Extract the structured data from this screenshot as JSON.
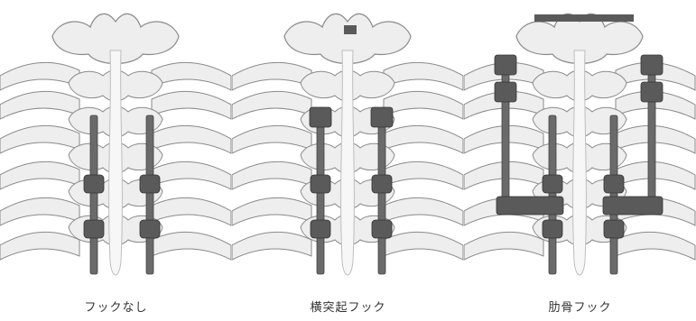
{
  "panels": [
    {
      "caption": "フックなし",
      "hook_type": "none"
    },
    {
      "caption": "横突起フック",
      "hook_type": "transverse-process"
    },
    {
      "caption": "肋骨フック",
      "hook_type": "rib"
    }
  ],
  "colors": {
    "bone": "#eeeeee",
    "bone_outline": "#8a8a8a",
    "bone_shade": "#bdbdbd",
    "rod": "#6a6a6a",
    "hardware": "#5a5a5a",
    "background": "#ffffff"
  }
}
